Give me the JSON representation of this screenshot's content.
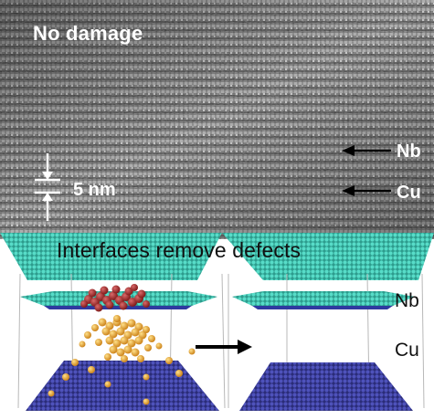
{
  "tem_image": {
    "overlay_label": "No damage",
    "scale_bar_label": "5 nm",
    "layer_labels": {
      "nb": "Nb",
      "cu": "Cu"
    }
  },
  "simulation": {
    "banner_text": "Interfaces remove defects",
    "layer_labels": {
      "nb": "Nb",
      "cu": "Cu"
    }
  },
  "colors": {
    "interface_cyan": "#3ec7b4",
    "cu_lattice": "#3d3fa0",
    "nb_cluster": "#8e1d1d",
    "cu_defect": "#e9a22b",
    "annotation_white": "#ffffff",
    "annotation_black": "#111111"
  }
}
